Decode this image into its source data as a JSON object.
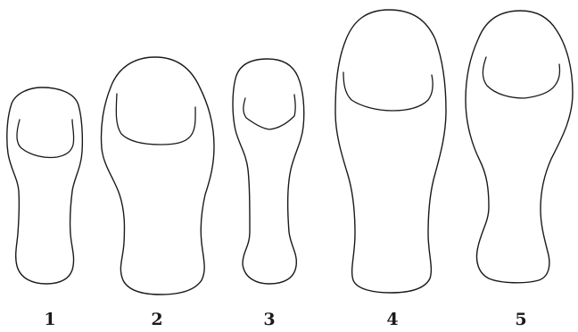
{
  "figure": {
    "shapes": [
      {
        "id": "shape-1",
        "label": "1"
      },
      {
        "id": "shape-2",
        "label": "2"
      },
      {
        "id": "shape-3",
        "label": "3"
      },
      {
        "id": "shape-4",
        "label": "4"
      },
      {
        "id": "shape-5",
        "label": "5"
      }
    ]
  }
}
